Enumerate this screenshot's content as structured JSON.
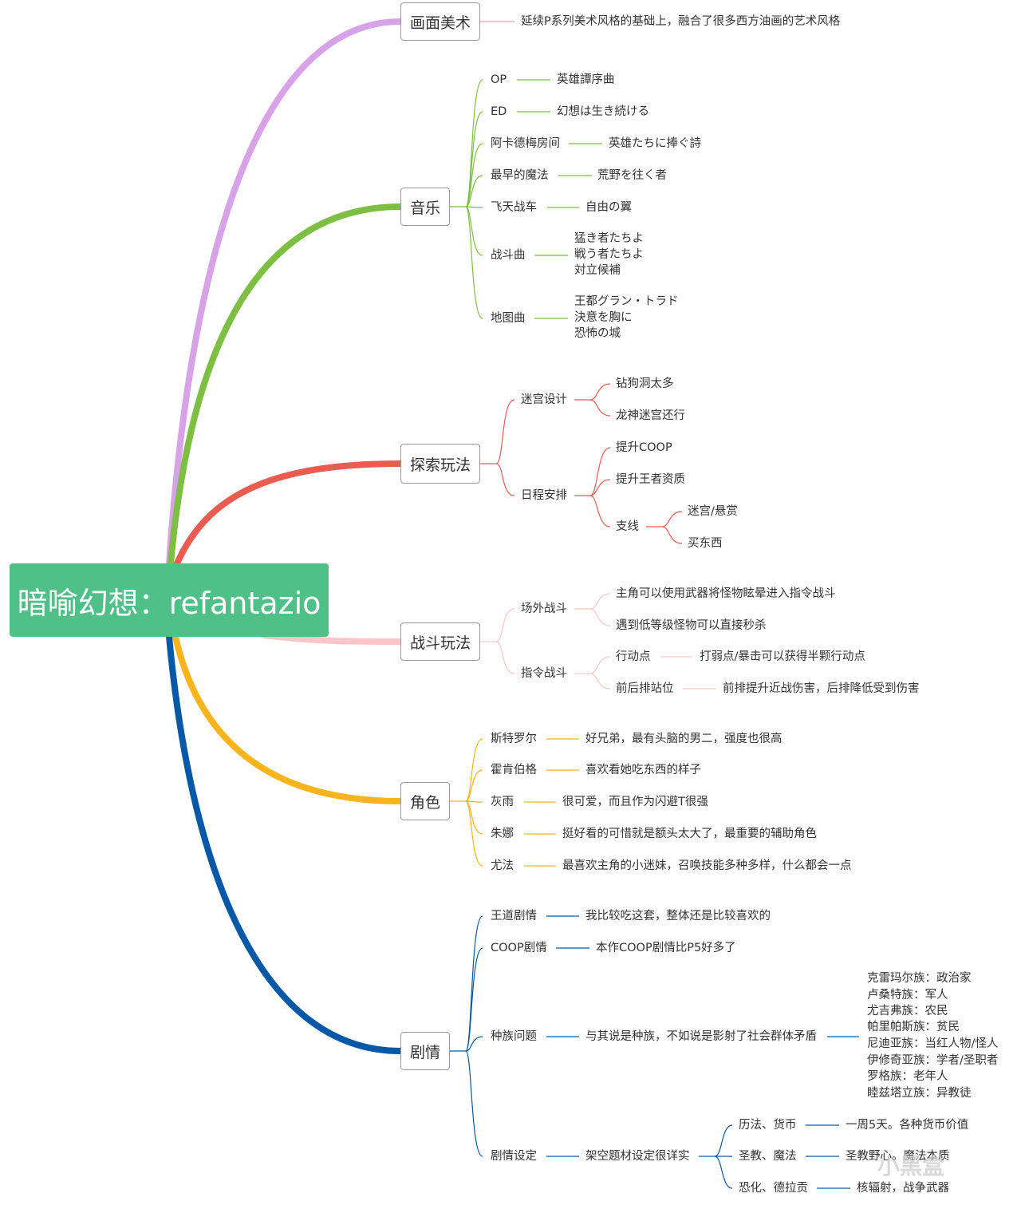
{
  "root": "暗喻幻想：refantazio",
  "colors": {
    "art": "#d8a2e8",
    "music": "#7cbf42",
    "explore": "#ea5b50",
    "battle": "#f9c5c8",
    "character": "#f8b41c",
    "story": "#0758a6",
    "root": "#4fc087"
  },
  "branches": {
    "art": {
      "label": "画面美术",
      "desc": "延续P系列美术风格的基础上，融合了很多西方油画的艺术风格"
    },
    "music": {
      "label": "音乐",
      "items": [
        {
          "name": "OP",
          "values": [
            "英雄譚序曲"
          ]
        },
        {
          "name": "ED",
          "values": [
            "幻想は生き続ける"
          ]
        },
        {
          "name": "阿卡德梅房间",
          "values": [
            "英雄たちに捧ぐ詩"
          ]
        },
        {
          "name": "最早的魔法",
          "values": [
            "荒野を往く者"
          ]
        },
        {
          "name": "飞天战车",
          "values": [
            "自由の翼"
          ]
        },
        {
          "name": "战斗曲",
          "values": [
            "猛き者たちよ",
            "戦う者たちよ",
            "対立候補"
          ]
        },
        {
          "name": "地图曲",
          "values": [
            "王都グラン・トラド",
            "決意を胸に",
            "恐怖の城"
          ]
        }
      ]
    },
    "explore": {
      "label": "探索玩法",
      "maze": {
        "name": "迷宫设计",
        "children": [
          "钻狗洞太多",
          "龙神迷宫还行"
        ]
      },
      "schedule": {
        "name": "日程安排",
        "children": [
          "提升COOP",
          "提升王者资质"
        ],
        "side": {
          "name": "支线",
          "children": [
            "迷宫/悬赏",
            "买东西"
          ]
        }
      }
    },
    "battle": {
      "label": "战斗玩法",
      "field": {
        "name": "场外战斗",
        "children": [
          "主角可以使用武器将怪物眩晕进入指令战斗",
          "遇到低等级怪物可以直接秒杀"
        ]
      },
      "command": {
        "name": "指令战斗",
        "children": [
          {
            "name": "行动点",
            "value": "打弱点/暴击可以获得半颗行动点"
          },
          {
            "name": "前后排站位",
            "value": "前排提升近战伤害，后排降低受到伤害"
          }
        ]
      }
    },
    "character": {
      "label": "角色",
      "items": [
        {
          "name": "斯特罗尔",
          "value": "好兄弟，最有头脑的男二，强度也很高"
        },
        {
          "name": "霍肯伯格",
          "value": "喜欢看她吃东西的样子"
        },
        {
          "name": "灰雨",
          "value": "很可爱，而且作为闪避T很强"
        },
        {
          "name": "朱娜",
          "value": "挺好看的可惜就是额头太大了，最重要的辅助角色"
        },
        {
          "name": "尤法",
          "value": "最喜欢主角的小迷妹，召唤技能多种多样，什么都会一点"
        }
      ]
    },
    "story": {
      "label": "剧情",
      "items": [
        {
          "name": "王道剧情",
          "value": "我比较吃这套，整体还是比较喜欢的"
        },
        {
          "name": "COOP剧情",
          "value": "本作COOP剧情比P5好多了"
        }
      ],
      "race": {
        "name": "种族问题",
        "value": "与其说是种族，不如说是影射了社会群体矛盾",
        "list": [
          "克雷玛尔族：政治家",
          "卢桑特族：军人",
          "尤吉弗族：农民",
          "帕里帕斯族：贫民",
          "尼迪亚族：当红人物/怪人",
          "伊修奇亚族：学者/圣职者",
          "罗格族：老年人",
          "睦兹塔立族：异教徒"
        ]
      },
      "setting": {
        "name": "剧情设定",
        "value": "架空题材设定很详实",
        "children": [
          {
            "name": "历法、货币",
            "value": "一周5天。各种货币价值"
          },
          {
            "name": "圣教、魔法",
            "value": "圣教野心。魔法本质"
          },
          {
            "name": "恐化、德拉贡",
            "value": "核辐射，战争武器"
          }
        ]
      }
    }
  },
  "watermark": "小黑盒"
}
